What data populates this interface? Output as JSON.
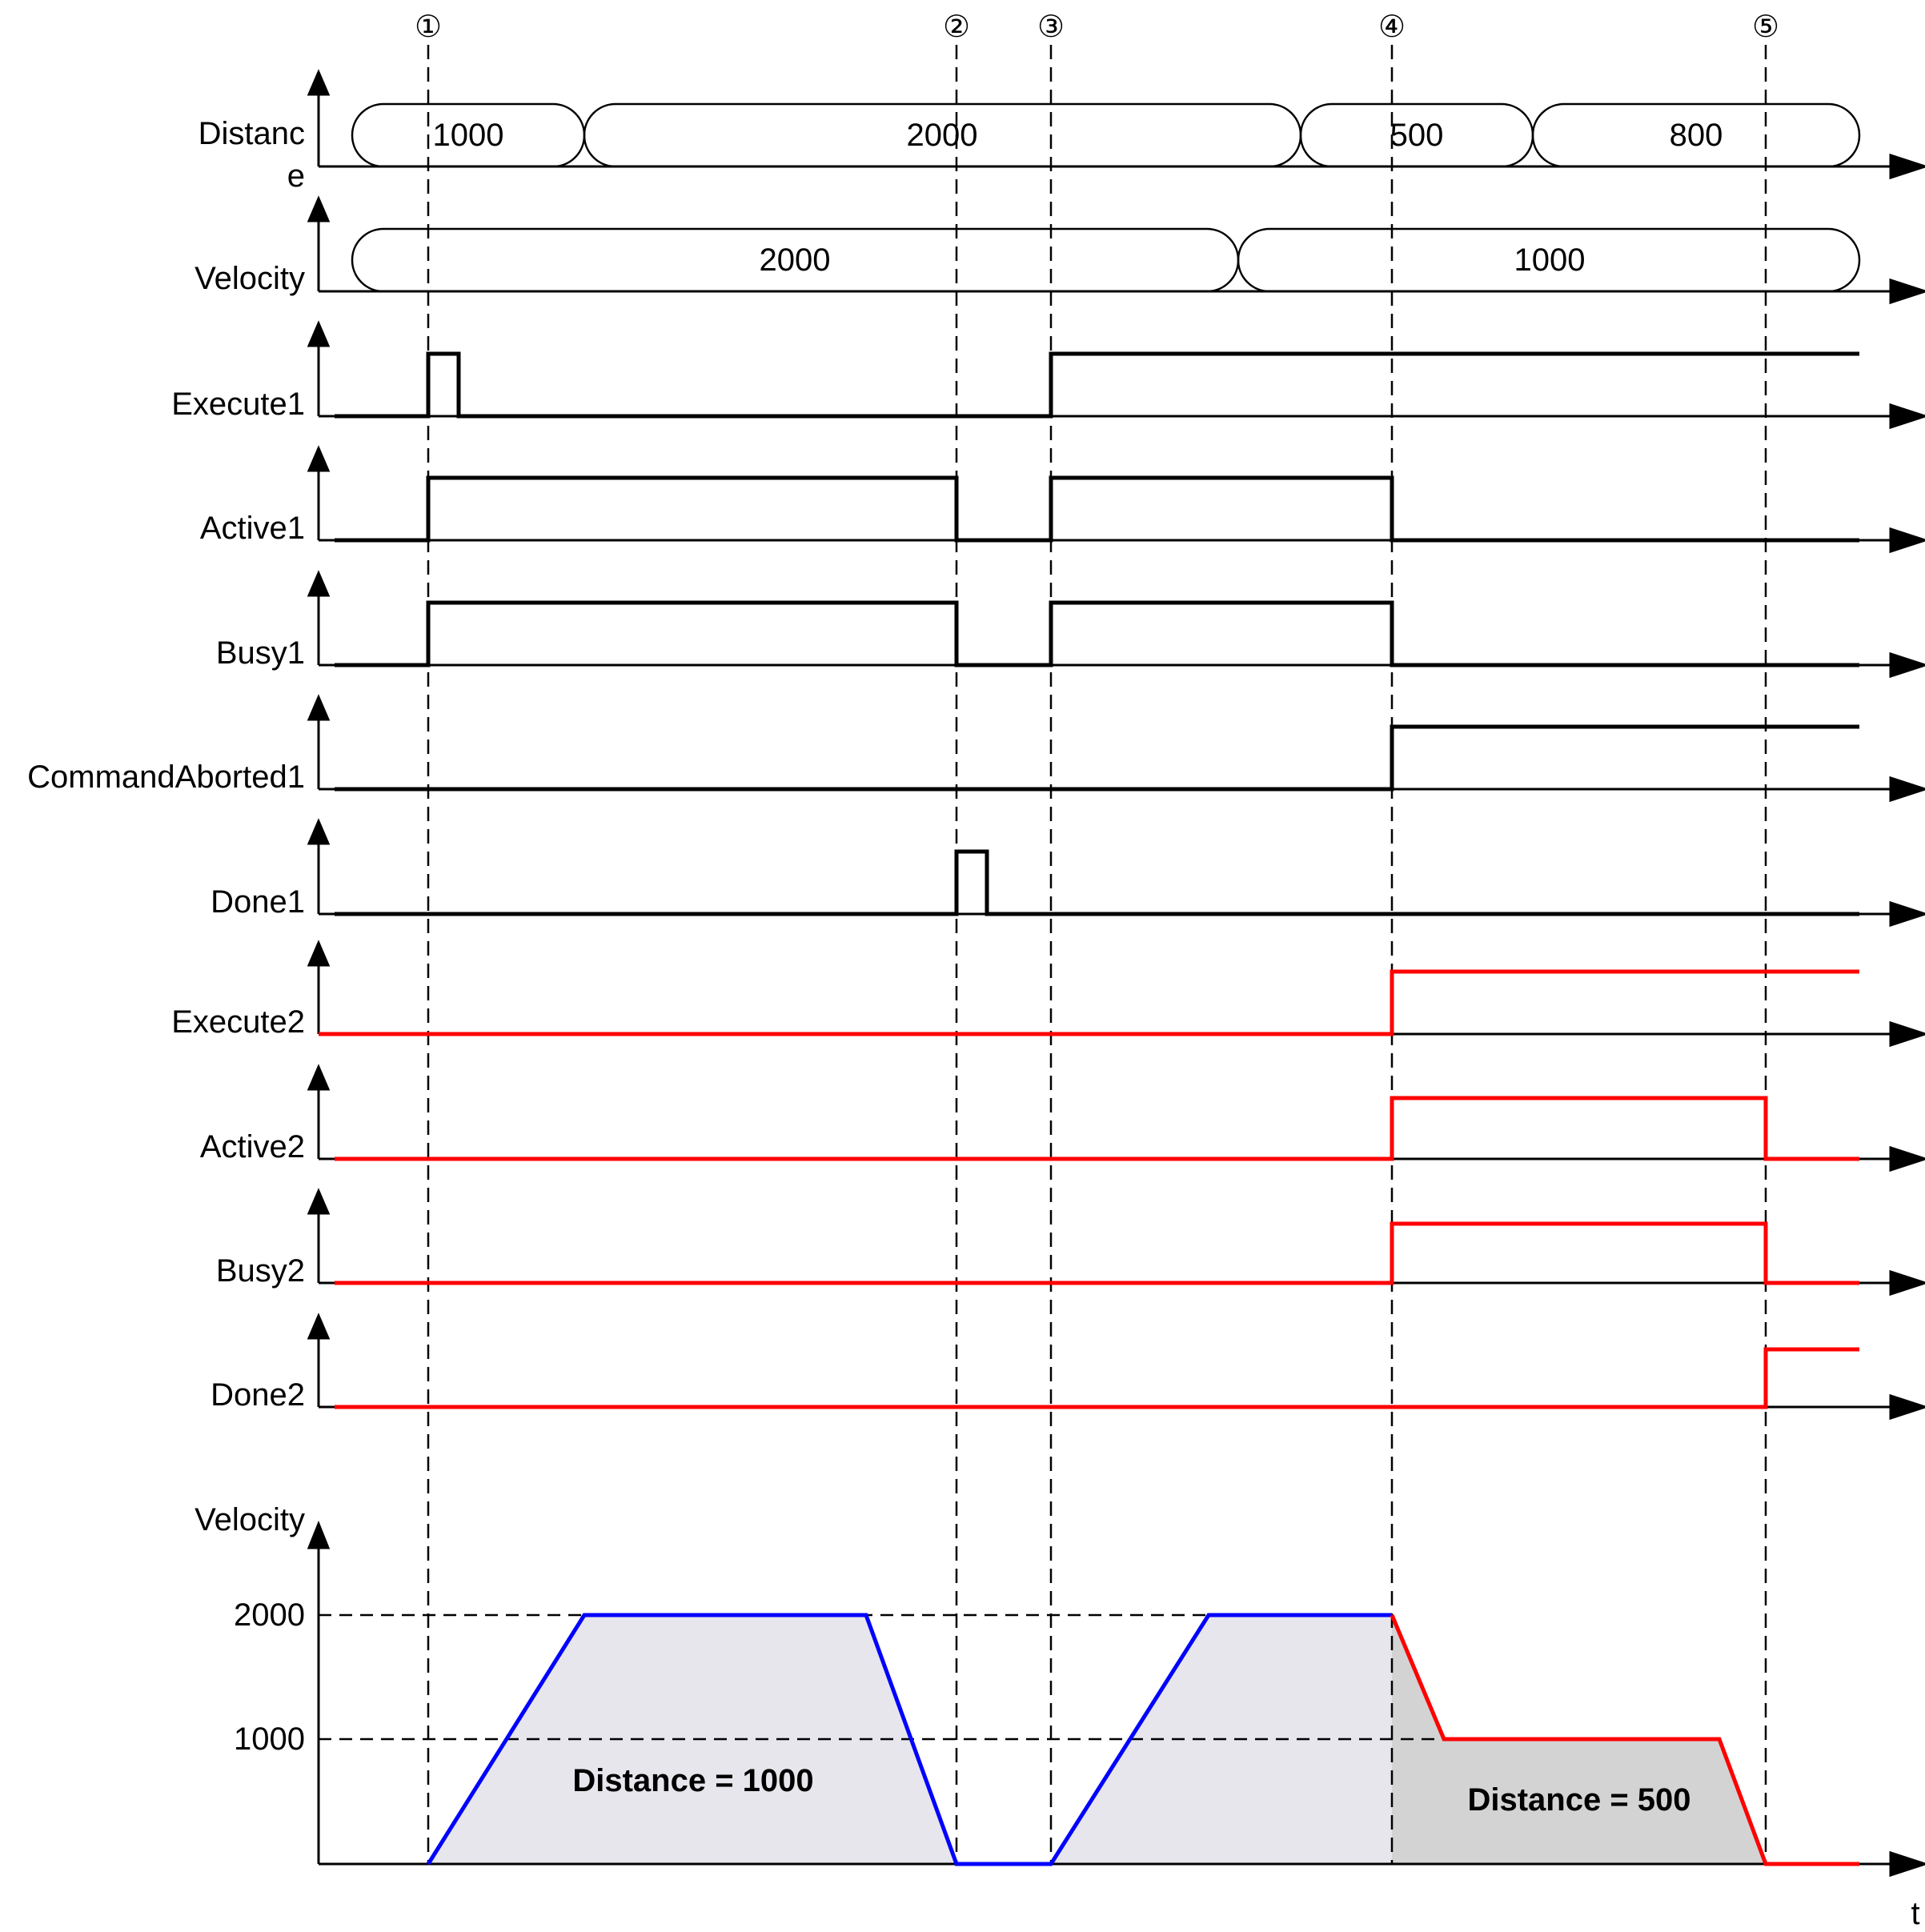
{
  "markers": [
    "①",
    "②",
    "③",
    "④",
    "⑤"
  ],
  "time_label": "t",
  "colors": {
    "primary": "#000000",
    "secondary": "#ff0000",
    "velocity_phase1": "#0000ff",
    "fill_light": "#e6e6ec",
    "fill_dark": "#d3d3d3"
  },
  "distance_row": {
    "label_line1": "Distanc",
    "label_line2": "e",
    "segments": [
      "1000",
      "2000",
      "500",
      "800"
    ]
  },
  "velocity_row": {
    "label": "Velocity",
    "segments": [
      "2000",
      "1000"
    ]
  },
  "signals": {
    "execute1": "Execute1",
    "active1": "Active1",
    "busy1": "Busy1",
    "command_aborted1": "CommandAborted1",
    "done1": "Done1",
    "execute2": "Execute2",
    "active2": "Active2",
    "busy2": "Busy2",
    "done2": "Done2"
  },
  "velocity_profile": {
    "axis_label": "Velocity",
    "ticks": [
      "2000",
      "1000"
    ],
    "area1_label": "Distance = 1000",
    "area2_label": "Distance = 500"
  }
}
